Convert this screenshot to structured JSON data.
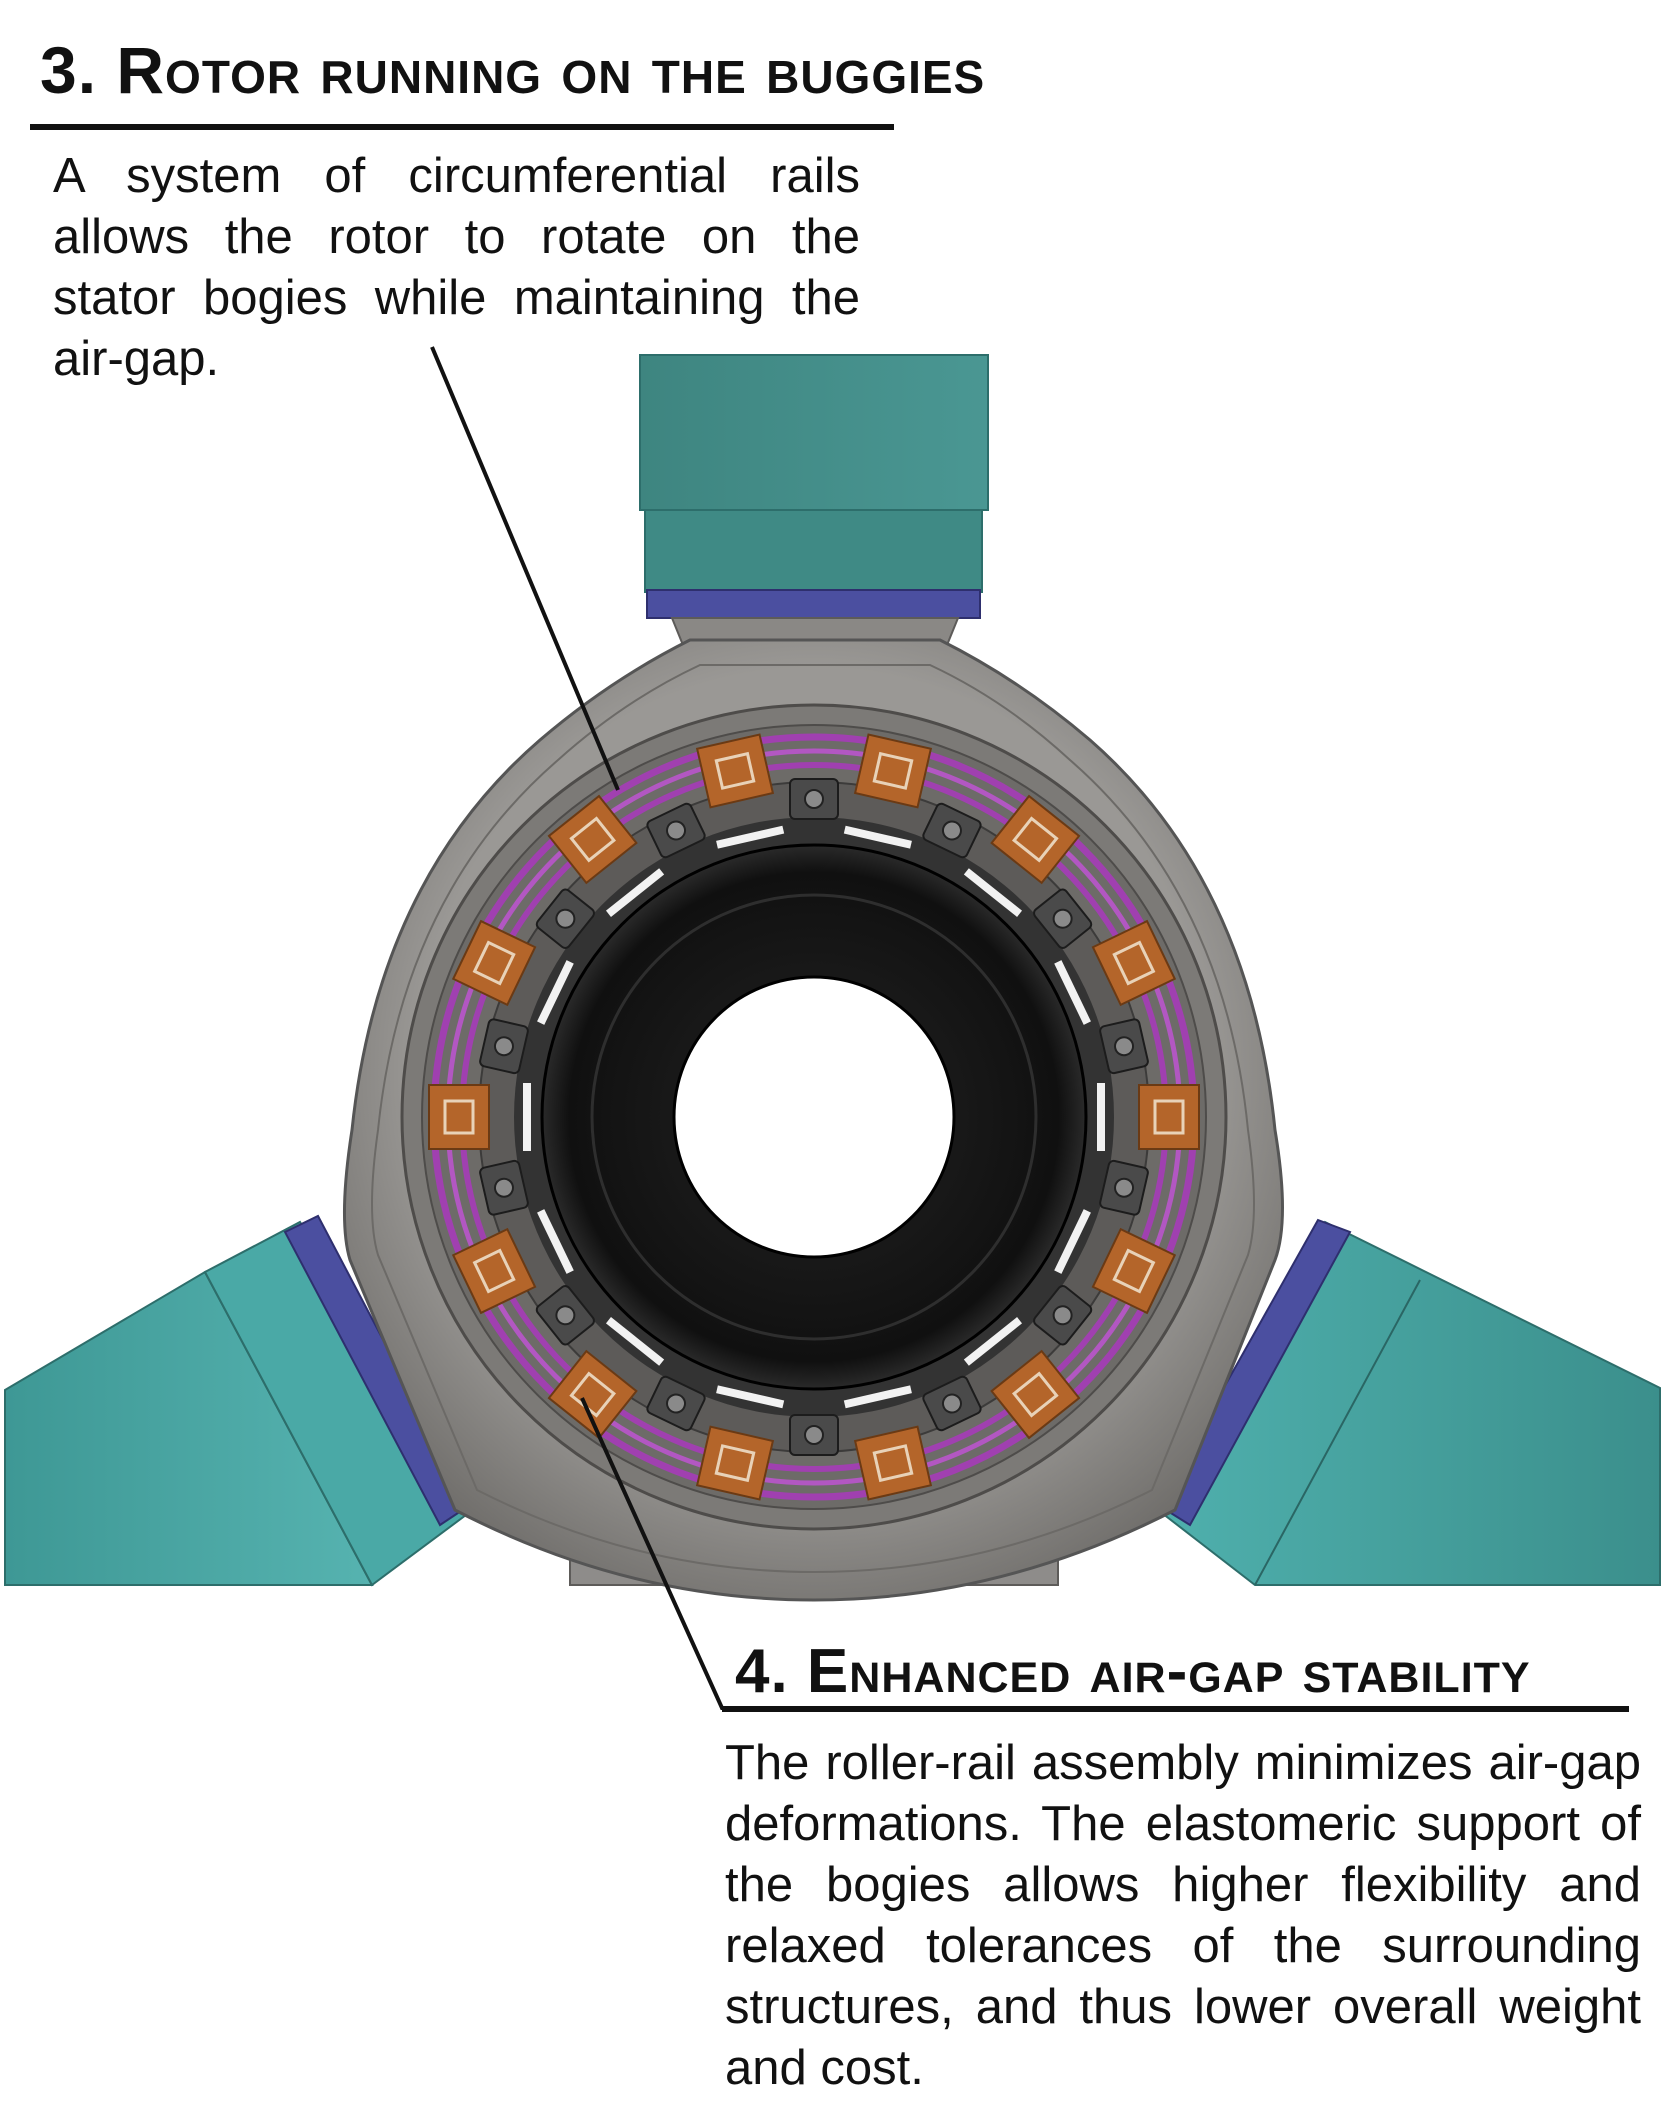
{
  "section3": {
    "heading": "3. Rotor running on the buggies",
    "text": "A system of circumferential rails allows the rotor to rotate on the stator bogies while maintaining the air-gap."
  },
  "section4": {
    "heading": "4. Enhanced air-gap stability",
    "text": "The roller-rail assembly minimizes air-gap deformations. The elastomeric support of the bogies allows higher flexibility and relaxed tolerances of the surrounding structures, and thus lower overall weight and cost."
  },
  "colors": {
    "arm_teal": "#3f8a85",
    "arm_teal_light": "#4aa6a4",
    "flange_blue": "#4b4fa0",
    "hub_gray": "#8d8b88",
    "rail_purple": "#a040b0",
    "bogie_orange": "#b4652a",
    "rotor_black": "#141414"
  },
  "diagram": {
    "bogie_count": 14,
    "roller_count": 14
  }
}
